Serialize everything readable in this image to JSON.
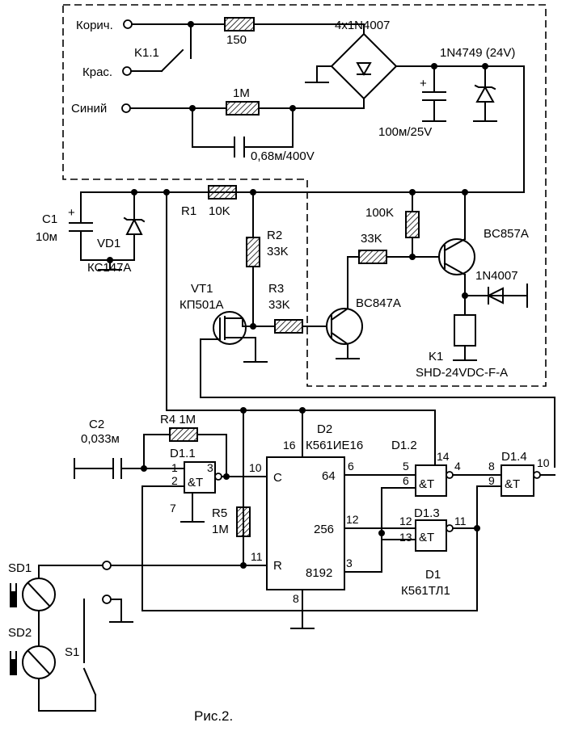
{
  "labels": {
    "wire_brown": "Корич.",
    "wire_red": "Крас.",
    "wire_blue": "Синий",
    "k11": "K1.1",
    "r_150": "150",
    "r_1m_top": "1M",
    "cap_068": "0,68м/400V",
    "bridge": "4x1N4007",
    "zener_top": "1N4749 (24V)",
    "cap_100m": "100м/25V",
    "c1": "C1",
    "c1_val": "10м",
    "vd1": "VD1",
    "vd1_type": "КС147А",
    "r1": "R1",
    "r1_val": "10K",
    "r2": "R2",
    "r2_val": "33K",
    "r3": "R3",
    "r3_val": "33K",
    "vt1": "VT1",
    "vt1_type": "КП501А",
    "r_100k": "100K",
    "r_33k_base": "33K",
    "bc857": "BC857A",
    "bc847": "BC847A",
    "diode_k1": "1N4007",
    "k1": "K1",
    "k1_type": "SHD-24VDC-F-A",
    "c2": "C2",
    "c2_val": "0,033м",
    "r4": "R4 1M",
    "d11": "D1.1",
    "d2": "D2",
    "d2_type": "К561ИЕ16",
    "d12": "D1.2",
    "d13": "D1.3",
    "d14": "D1.4",
    "d1": "D1",
    "d1_type": "К561ТЛ1",
    "r5": "R5",
    "r5_val": "1M",
    "sd1": "SD1",
    "sd2": "SD2",
    "s1": "S1",
    "gate_sym": "&T",
    "cnt_c": "C",
    "cnt_r": "R",
    "cnt_64": "64",
    "cnt_256": "256",
    "cnt_8192": "8192",
    "plus": "+",
    "caption": "Рис.2."
  },
  "pins": {
    "p1": "1",
    "p2": "2",
    "p3": "3",
    "p7": "7",
    "p16": "16",
    "p10": "10",
    "p11": "11",
    "p6a": "6",
    "p12a": "12",
    "p3b": "3",
    "p8": "8",
    "p5": "5",
    "p6b": "6",
    "p14": "14",
    "p4": "4",
    "p12b": "12",
    "p13": "13",
    "p11b": "11",
    "p8b": "8",
    "p9": "9",
    "p10b": "10"
  }
}
